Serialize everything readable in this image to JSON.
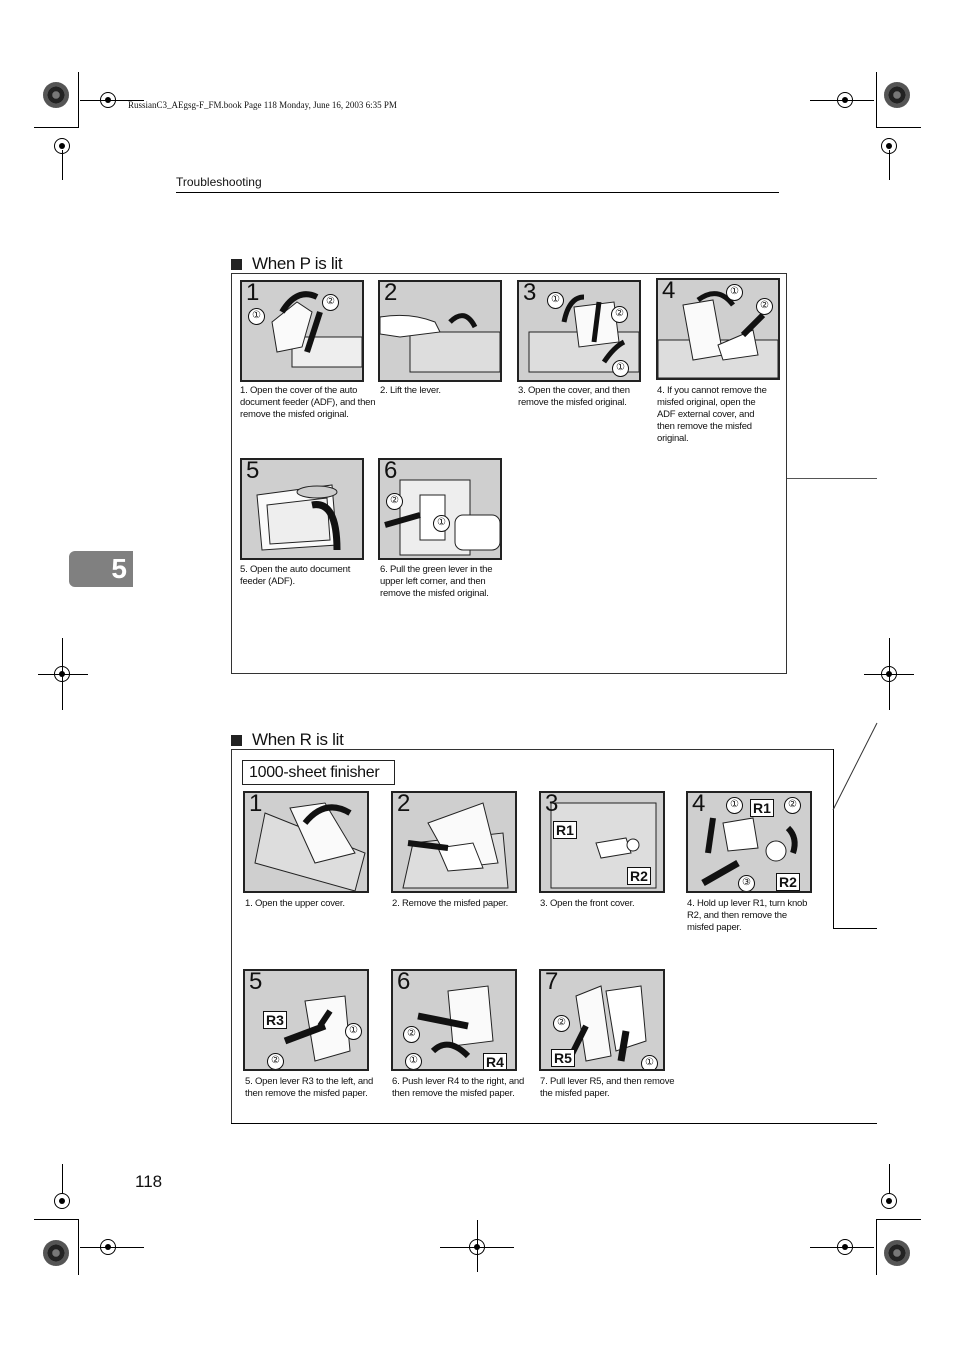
{
  "header": {
    "meta": "RussianC3_AEgsg-F_FM.book  Page 118  Monday, June 16, 2003  6:35 PM",
    "section": "Troubleshooting",
    "chapter_tab": "5"
  },
  "section_p": {
    "title": "When P is lit",
    "steps": [
      {
        "n": "1",
        "caption": "1. Open the cover of the auto document feeder (ADF), and then remove the misfed original."
      },
      {
        "n": "2",
        "caption": "2. Lift the lever."
      },
      {
        "n": "3",
        "caption": "3. Open the cover, and then remove the misfed original."
      },
      {
        "n": "4",
        "caption": "4. If you cannot remove the misfed original, open the ADF external cover, and then remove the misfed original."
      },
      {
        "n": "5",
        "caption": "5. Open the auto document feeder (ADF)."
      },
      {
        "n": "6",
        "caption": "6. Pull the green lever in the upper left corner, and then remove the misfed original."
      }
    ]
  },
  "section_r": {
    "title": "When R is lit",
    "subheader": "1000-sheet finisher",
    "steps": [
      {
        "n": "1",
        "caption": "1. Open the upper cover."
      },
      {
        "n": "2",
        "caption": "2. Remove the misfed paper."
      },
      {
        "n": "3",
        "caption": "3. Open the front cover."
      },
      {
        "n": "4",
        "caption": "4. Hold up lever R1, turn knob R2, and then remove the misfed paper."
      },
      {
        "n": "5",
        "caption": "5. Open lever R3 to the left, and then remove the misfed paper."
      },
      {
        "n": "6",
        "caption": "6. Push lever R4 to the right, and then remove the misfed paper."
      },
      {
        "n": "7",
        "caption": "7. Pull lever R5, and then remove the misfed paper."
      }
    ],
    "labels": {
      "r1": "R1",
      "r2": "R2",
      "r3": "R3",
      "r4": "R4",
      "r5": "R5",
      "c1": "①",
      "c2": "②",
      "c3": "③"
    }
  },
  "footer": {
    "page_number": "118"
  }
}
